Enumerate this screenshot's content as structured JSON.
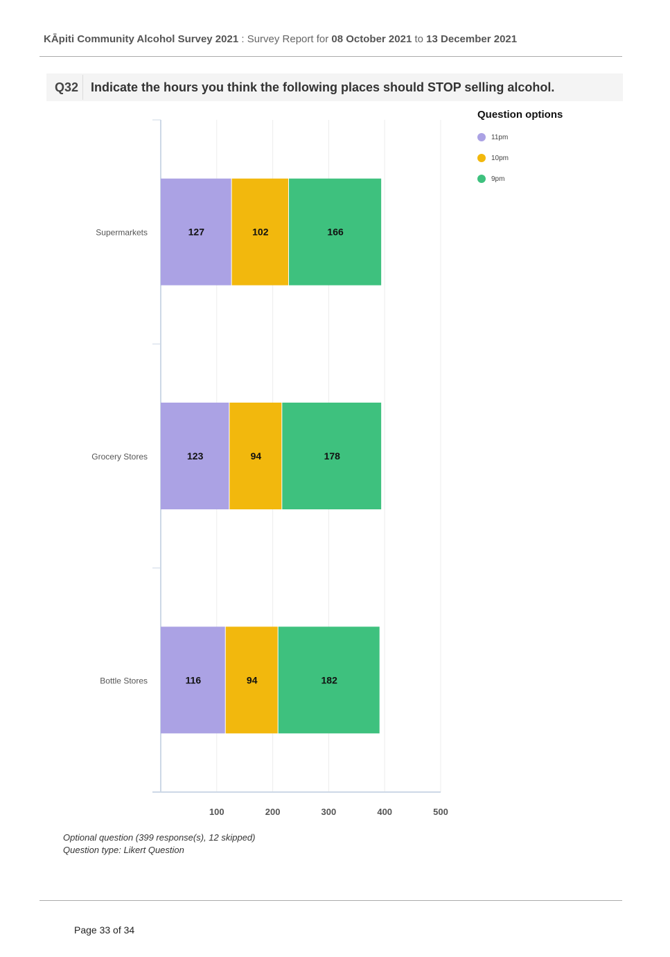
{
  "header": {
    "survey_name": "KĀpiti Community Alcohol Survey 2021",
    "separator": " : ",
    "report_for": "Survey Report for ",
    "start_date": "08 October 2021",
    "to": " to ",
    "end_date": "13 December 2021"
  },
  "question": {
    "number": "Q32",
    "text": "Indicate the hours you think the following places should STOP selling alcohol."
  },
  "legend": {
    "title": "Question options",
    "items": [
      {
        "label": "11pm",
        "color": "#aba2e4"
      },
      {
        "label": "10pm",
        "color": "#f2b80d"
      },
      {
        "label": "9pm",
        "color": "#3ec17e"
      }
    ]
  },
  "chart_data": {
    "type": "bar",
    "orientation": "horizontal",
    "stacked": true,
    "categories": [
      "Supermarkets",
      "Grocery Stores",
      "Bottle Stores"
    ],
    "series": [
      {
        "name": "11pm",
        "color": "#aba2e4",
        "values": [
          127,
          123,
          116
        ]
      },
      {
        "name": "10pm",
        "color": "#f2b80d",
        "values": [
          102,
          94,
          94
        ]
      },
      {
        "name": "9pm",
        "color": "#3ec17e",
        "values": [
          166,
          178,
          182
        ]
      }
    ],
    "xticks": [
      100,
      200,
      300,
      400,
      500
    ],
    "xlim": [
      0,
      500
    ],
    "grid": true,
    "data_labels": true,
    "legend_position": "right"
  },
  "footer": {
    "note_1": "Optional question (399 response(s), 12 skipped)",
    "note_2": "Question type: Likert Question",
    "page_label": "Page 33 of 34"
  }
}
